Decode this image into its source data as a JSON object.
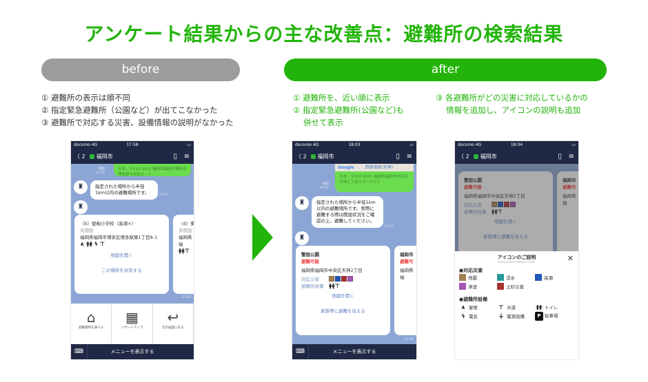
{
  "title": "アンケート結果からの主な改善点：避難所の検索結果",
  "before": {
    "label": "before",
    "notes": [
      "① 避難所の表示は順不同",
      "② 指定緊急避難所（公園など）が出てこなかった",
      "③ 避難所で対応する災害、設備情報の説明がなかった"
    ]
  },
  "after": {
    "label": "after",
    "notes_left": [
      "① 避難所を、近い順に表示",
      "② 指定緊急避難所(公園など)も",
      "　 併せて表示"
    ],
    "notes_right": [
      "③ 各避難所がどの災害に対応しているかの",
      "　 情報を追加し、アイコンの説明も追加"
    ]
  },
  "colors": {
    "accent_green": "#22b40a",
    "before_gray": "#9c9c9c",
    "navy": "#1f2844",
    "chat_blue": "#8ba6d4",
    "available_red": "#f03c3c"
  },
  "common": {
    "carrier": "docomo",
    "network": "4G",
    "back_count": "2",
    "chat_name": "福岡市",
    "read": "既読",
    "menu_label": "メニューを表示する",
    "bot_msg_1": "指定された場所から半径1km以内の避難場所です。",
    "bot_msg_2": "指定された場所から半径1km以内の避難場所です。実際に避難する際は開設状況をご確認の上、避難してください。",
    "open_map": "地図を開く",
    "share_place": "この場所を共有する",
    "tell_family": "家族等に避難を伝える",
    "disaster_label": "対応災害",
    "facility_label": "避難所設備"
  },
  "phone1": {
    "time": "17:58",
    "msg_time": "17:57",
    "location": "日本、〒812-0012 福岡県福岡市博多区博多駅中央街８−１",
    "card1": {
      "name": "（b）堅粕小学校（高潮×）",
      "status": "未開設",
      "address": "福岡県福岡市博多区博多駅東1丁目8-1"
    },
    "card2": {
      "name": "（d）東",
      "status": "未開設",
      "address": "福岡県福"
    },
    "rich_menu": [
      "避難場所を調べる",
      "ハザードマップ",
      "元の画面に戻る"
    ]
  },
  "phone2": {
    "time": "18:03",
    "msg_time": "17:47",
    "map_brand": "Google",
    "map_label": "西鉄福岡(天神)",
    "location": "日本、〒810-0001 福岡県福岡市中央区天神２丁目１０−３０５",
    "card1": {
      "name": "警固公園",
      "status": "避難可能",
      "address": "福岡県福岡市中央区天神2丁目"
    },
    "card2": {
      "name": "福岡市",
      "status": "避難可",
      "address": "福岡県福"
    }
  },
  "phone3": {
    "time": "18:04",
    "modal": {
      "title": "アイコンのご説明",
      "domain": "botv2.dev-mobilus.chat",
      "disaster_heading": "●対応災害",
      "disasters": [
        {
          "label": "地震",
          "color": "#a08050"
        },
        {
          "label": "浸水",
          "color": "#2a9a9a"
        },
        {
          "label": "高潮",
          "color": "#2256bb"
        },
        {
          "label": "津波",
          "color": "#a555b5"
        },
        {
          "label": "土砂災害",
          "color": "#a83232"
        }
      ],
      "facility_heading": "●避難所設備",
      "facilities": [
        {
          "label": "屋根",
          "icon": "roof-icon"
        },
        {
          "label": "水道",
          "icon": "faucet-icon"
        },
        {
          "label": "トイレ",
          "icon": "toilet-icon"
        },
        {
          "label": "電気",
          "icon": "bolt-icon"
        },
        {
          "label": "電源設備",
          "icon": "plug-icon"
        },
        {
          "label": "駐車場",
          "icon": "parking-icon"
        }
      ]
    }
  }
}
